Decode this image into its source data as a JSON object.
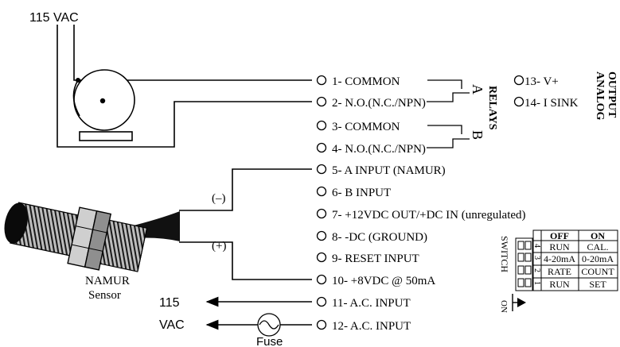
{
  "supply": {
    "label_top": "115 VAC",
    "label_115": "115",
    "label_vac": "VAC",
    "fuse_label": "Fuse"
  },
  "sensor": {
    "name": "NAMUR",
    "sub": "Sensor",
    "minus": "(–)",
    "plus": "(+)"
  },
  "terminals": [
    "1- COMMON",
    "2- N.O.(N.C./NPN)",
    "3- COMMON",
    "4- N.O.(N.C./NPN)",
    "5- A INPUT (NAMUR)",
    "6- B INPUT",
    "7- +12VDC OUT/+DC IN (unregulated)",
    "8- -DC (GROUND)",
    "9- RESET INPUT",
    "10- +8VDC @ 50mA",
    "11- A.C. INPUT",
    "12- A.C. INPUT"
  ],
  "analog_terminals": [
    "13- V+",
    "14- I SINK"
  ],
  "relays": {
    "title": "RELAYS",
    "a": "A",
    "b": "B"
  },
  "analog": {
    "line1": "ANALOG",
    "line2": "OUTPUT"
  },
  "switch": {
    "title": "SWITCH",
    "on_label": "ON",
    "header_off": "OFF",
    "header_on": "ON",
    "rows": [
      {
        "num": "4",
        "off": "RUN",
        "on": "CAL."
      },
      {
        "num": "3",
        "off": "4-20mA",
        "on": "0-20mA"
      },
      {
        "num": "2",
        "off": "RATE",
        "on": "COUNT"
      },
      {
        "num": "1",
        "off": "RUN",
        "on": "SET"
      }
    ]
  }
}
